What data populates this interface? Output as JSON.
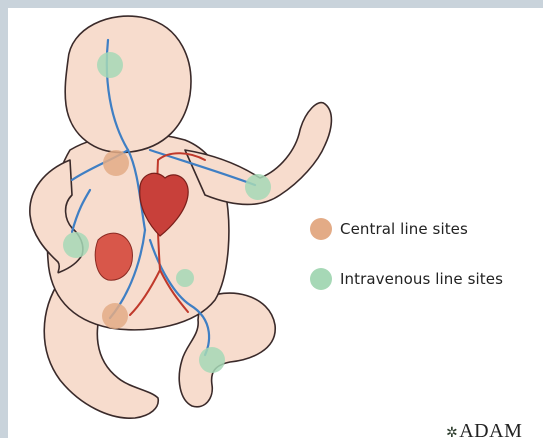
{
  "legend": {
    "items": [
      {
        "label": "Central line sites",
        "color": "#e3ab86"
      },
      {
        "label": "Intravenous line sites",
        "color": "#a6d8b6"
      }
    ]
  },
  "logo": {
    "text": "ADAM"
  },
  "colors": {
    "skin": "#f7dccd",
    "outline": "#3a2a2a",
    "vein": "#3f7fc4",
    "artery": "#c0392b",
    "heart": "#c8403a",
    "liver": "#d8574a",
    "background": "#c9d3db"
  }
}
